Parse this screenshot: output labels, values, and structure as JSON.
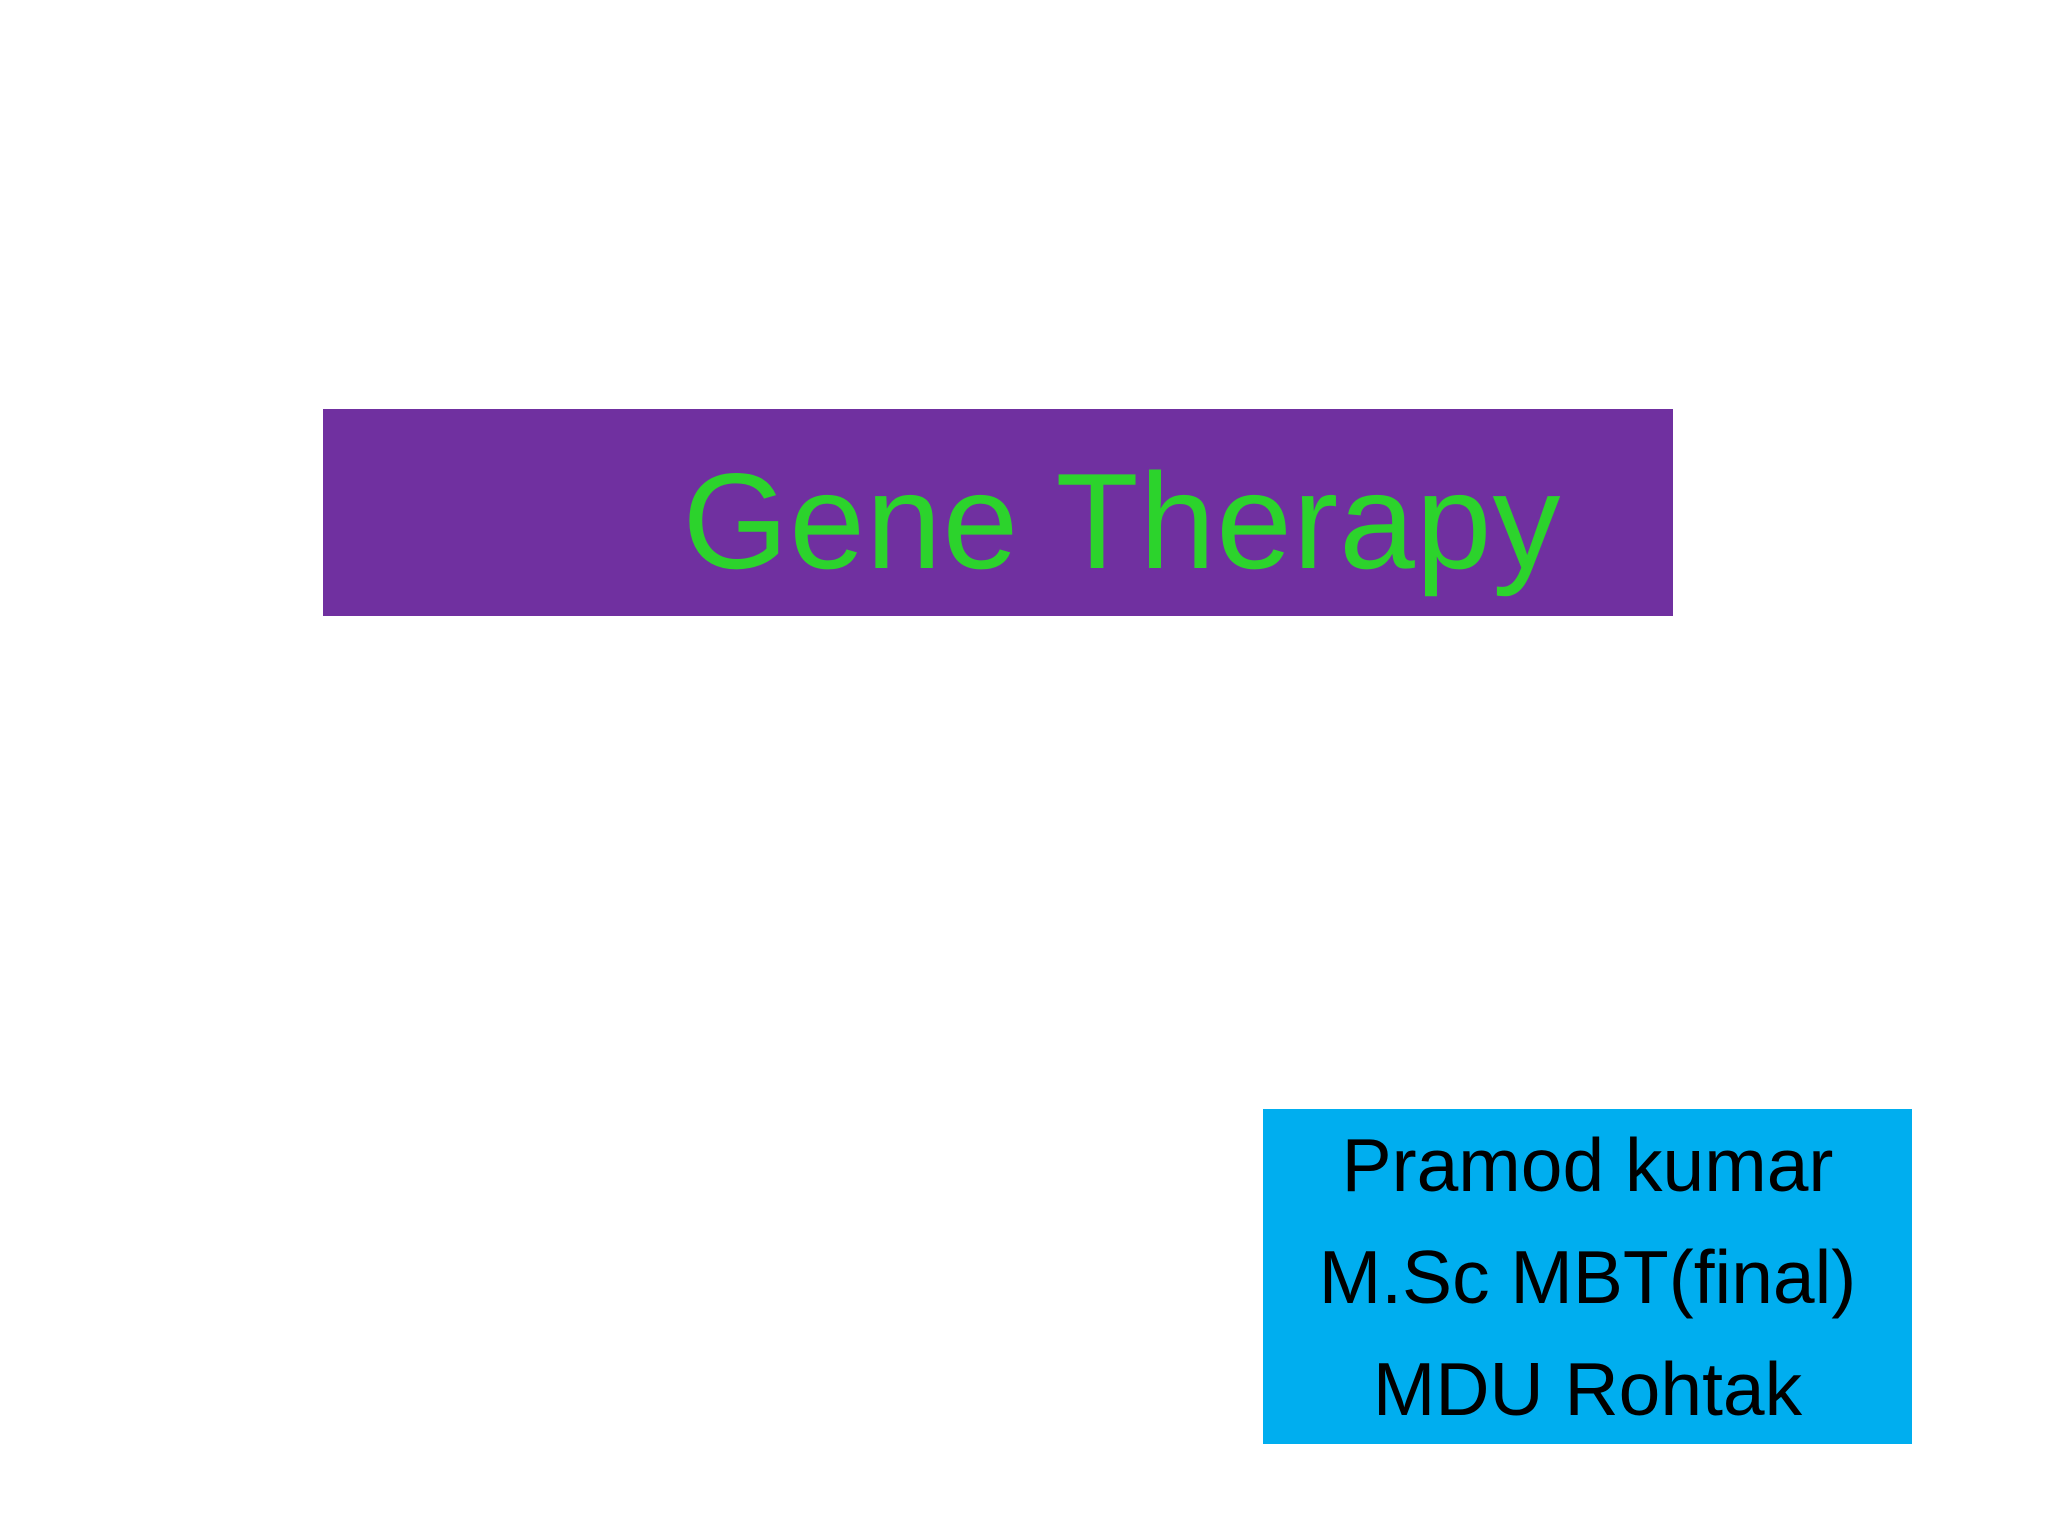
{
  "slide": {
    "title": "Gene Therapy",
    "colors": {
      "title_text": "#2CD32C",
      "title_banner_bg": "#7030A0",
      "credit_box_bg": "#00AEEF",
      "credit_text": "#000000",
      "slide_background": "#FFFFFF"
    },
    "credit": {
      "lines": {
        "0": "Pramod kumar",
        "1": "M.Sc MBT(final)",
        "2": "MDU Rohtak"
      }
    }
  }
}
